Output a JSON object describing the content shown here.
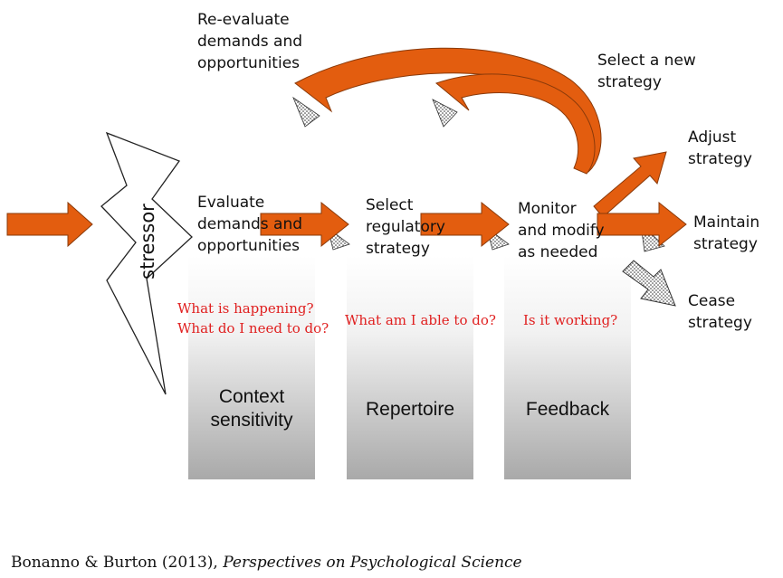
{
  "stressor": "stressor",
  "steps": {
    "evaluate": "Evaluate\ndemands and\nopportunities",
    "select": "Select\nregulatory\nstrategy",
    "monitor": "Monitor\nand modify\nas needed"
  },
  "questions": {
    "happening": "What is happening?\nWhat do I need to do?",
    "able": "What am I able to do?",
    "working": "Is it working?"
  },
  "columns": {
    "context": "Context\nsensitivity",
    "repertoire": "Repertoire",
    "feedback": "Feedback"
  },
  "loop": {
    "reevaluate": "Re-evaluate\ndemands and\nopportunities",
    "select_new": "Select a new\nstrategy"
  },
  "outcomes": {
    "adjust": "Adjust\nstrategy",
    "maintain": "Maintain\nstrategy",
    "cease": "Cease\nstrategy"
  },
  "citation": {
    "authors": "Bonanno & Burton (2013), ",
    "journal": "Perspectives on Psychological Science"
  },
  "colors": {
    "arrow": "#e35d0f",
    "arrow_stroke": "#8a3a0a",
    "question_text": "#e02020",
    "column_top": "#ffffff",
    "column_bottom": "#a9a9a9"
  }
}
